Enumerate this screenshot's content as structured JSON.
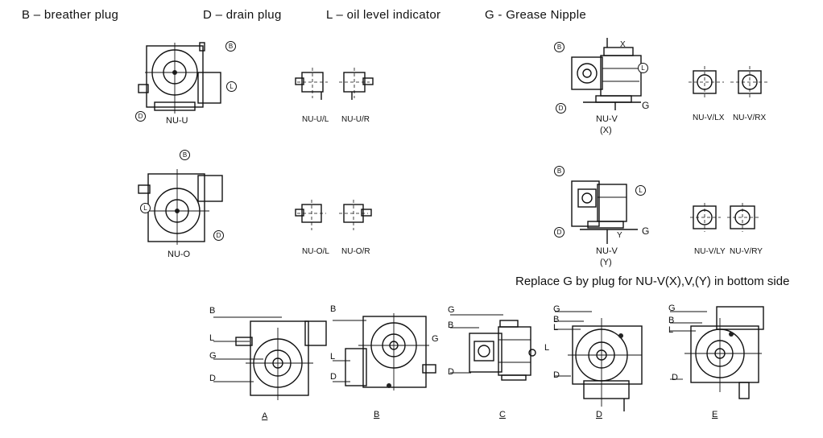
{
  "legend": {
    "b": "B – breather plug",
    "d": "D – drain plug",
    "l": "L – oil level indicator",
    "g": "G - Grease Nipple"
  },
  "captions": {
    "nu_u": "NU-U",
    "nu_o": "NU-O",
    "nu_ul": "NU-U/L",
    "nu_ur": "NU-U/R",
    "nu_ol": "NU-O/L",
    "nu_or": "NU-O/R",
    "nu_v_x": "NU-V",
    "x_paren": "(X)",
    "nu_v_y": "NU-V",
    "y_paren": "(Y)",
    "nu_vlx": "NU-V/LX",
    "nu_vrx": "NU-V/RX",
    "nu_vly": "NU-V/LY",
    "nu_vry": "NU-V/RY"
  },
  "markers": {
    "b": "B",
    "d": "D",
    "l": "L",
    "g": "G",
    "x": "X",
    "y": "Y"
  },
  "note": "Replace G by plug for NU-V(X),V,(Y) in bottom side",
  "mountings": {
    "a": "A",
    "b": "B",
    "c": "C",
    "d": "D",
    "e": "E"
  }
}
